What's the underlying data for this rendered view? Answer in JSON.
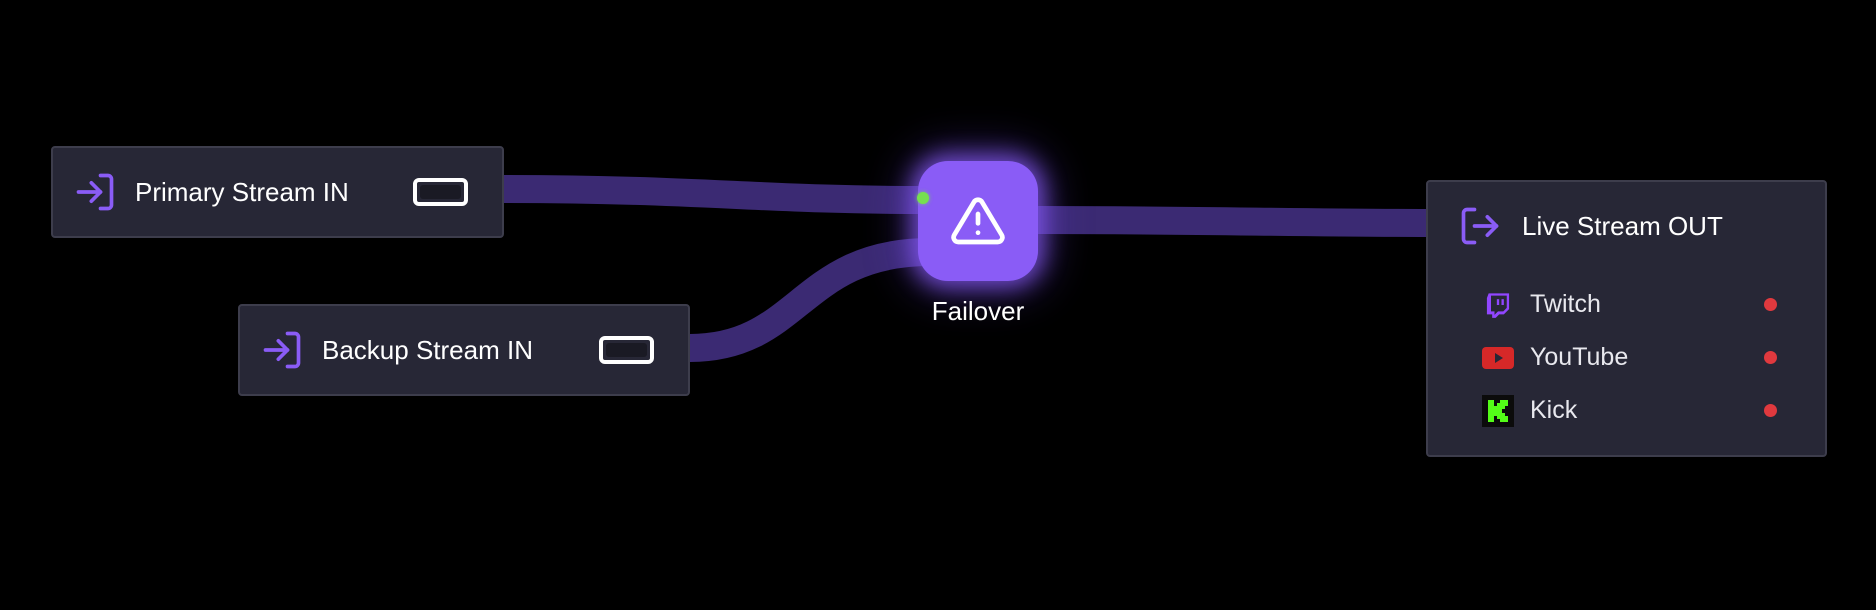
{
  "canvas": {
    "background": "#000000",
    "wire_color": "#3b2a73",
    "accent": "#8a5cf6"
  },
  "inputs": [
    {
      "label": "Primary Stream IN",
      "icon": "login-arrow-icon",
      "toggle": "off"
    },
    {
      "label": "Backup Stream IN",
      "icon": "login-arrow-icon",
      "toggle": "off"
    }
  ],
  "failover": {
    "label": "Failover",
    "icon": "warning-triangle-icon",
    "active_input_indicator": "#76e04f"
  },
  "output": {
    "label": "Live Stream OUT",
    "icon": "logout-arrow-icon",
    "destinations": [
      {
        "label": "Twitch",
        "icon": "twitch-icon",
        "status_color": "#e0393e"
      },
      {
        "label": "YouTube",
        "icon": "youtube-icon",
        "status_color": "#e0393e"
      },
      {
        "label": "Kick",
        "icon": "kick-icon",
        "status_color": "#e0393e"
      }
    ]
  }
}
